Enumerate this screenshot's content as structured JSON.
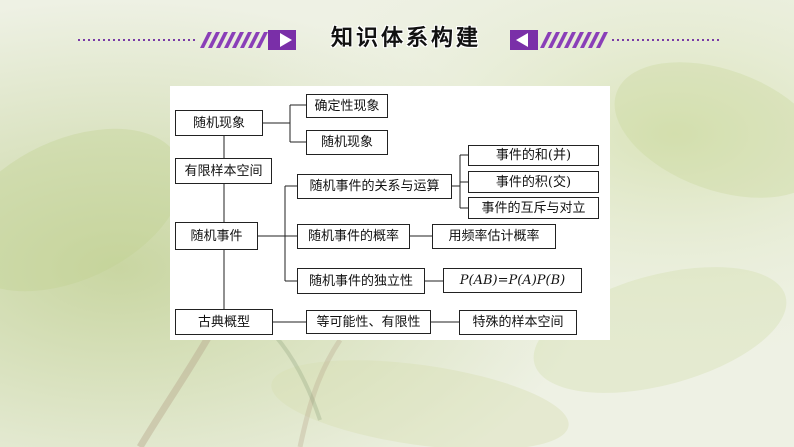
{
  "header": {
    "title": "知识体系构建"
  },
  "diagram": {
    "nodes": {
      "random_phenomenon": "随机现象",
      "deterministic_phenomenon": "确定性现象",
      "random_phenomenon_leaf": "随机现象",
      "finite_sample_space": "有限样本空间",
      "random_event": "随机事件",
      "relation_operation": "随机事件的关系与运算",
      "event_sum": "事件的和(并)",
      "event_product": "事件的积(交)",
      "event_mutual": "事件的互斥与对立",
      "event_probability": "随机事件的概率",
      "frequency_estimate": "用频率估计概率",
      "event_independence": "随机事件的独立性",
      "independence_formula": "P(AB)=P(A)P(B)",
      "classical_model": "古典概型",
      "equal_likely_finite": "等可能性、有限性",
      "special_sample_space": "特殊的样本空间"
    }
  }
}
